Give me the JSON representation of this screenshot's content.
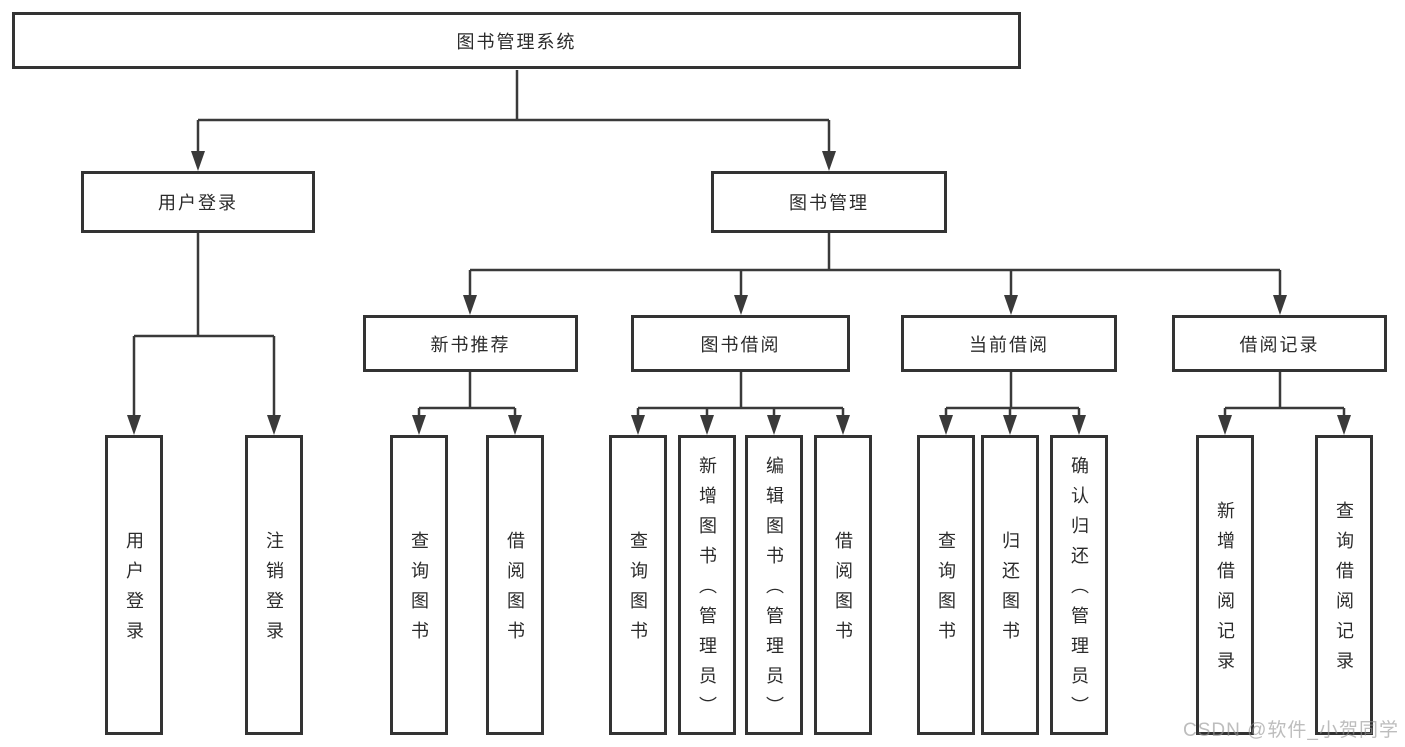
{
  "diagram": {
    "root": {
      "label": "图书管理系统"
    },
    "branches": [
      {
        "label": "用户登录",
        "children": [
          {
            "label": "用户登录"
          },
          {
            "label": "注销登录"
          }
        ]
      },
      {
        "label": "图书管理",
        "children": [
          {
            "label": "新书推荐",
            "children": [
              {
                "label": "查询图书"
              },
              {
                "label": "借阅图书"
              }
            ]
          },
          {
            "label": "图书借阅",
            "children": [
              {
                "label": "查询图书"
              },
              {
                "label": "新增图书（管理员）"
              },
              {
                "label": "编辑图书（管理员）"
              },
              {
                "label": "借阅图书"
              }
            ]
          },
          {
            "label": "当前借阅",
            "children": [
              {
                "label": "查询图书"
              },
              {
                "label": "归还图书"
              },
              {
                "label": "确认归还（管理员）"
              }
            ]
          },
          {
            "label": "借阅记录",
            "children": [
              {
                "label": "新增借阅记录"
              },
              {
                "label": "查询借阅记录"
              }
            ]
          }
        ]
      }
    ]
  },
  "watermark": {
    "text": "CSDN @软件_小贺同学"
  },
  "colors": {
    "line": "#3a3a3a",
    "box_border": "#333333",
    "text": "#2b2b2b",
    "watermark": "#949494",
    "background": "#ffffff"
  }
}
